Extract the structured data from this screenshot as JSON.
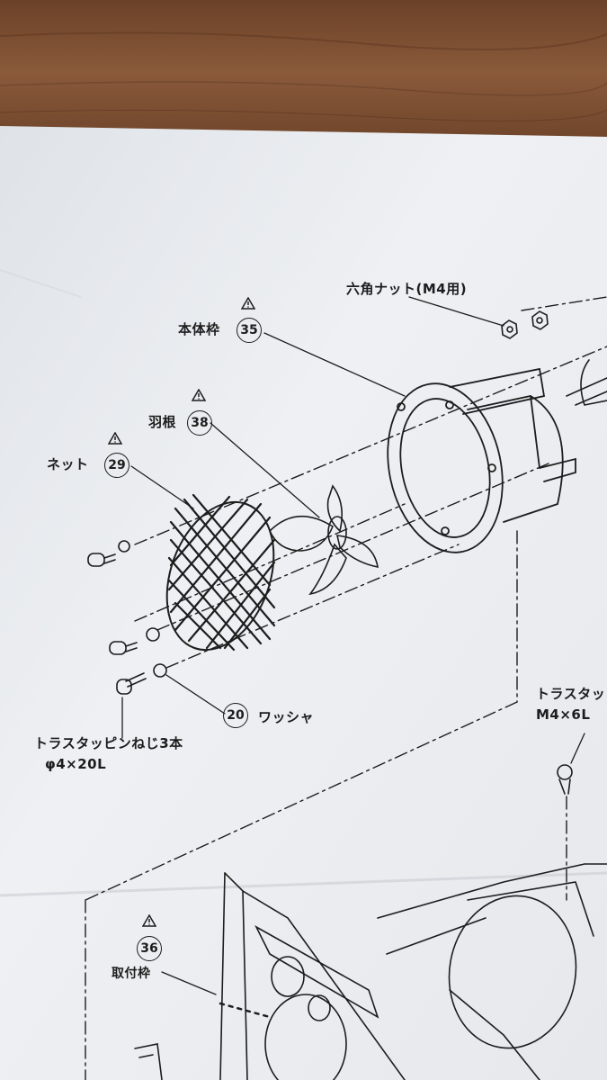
{
  "labels": {
    "hex_nut": "六角ナット(M4用)",
    "body_frame": "本体枠",
    "blade": "羽根",
    "net": "ネット",
    "washer": "ワッシャ",
    "truss_screw_3": "トラスタッピンねじ3本",
    "truss_screw_3_size": "φ4×20L",
    "truss_screw_right": "トラスタッ",
    "truss_screw_right_size": "M4×6L",
    "mount_frame": "取付枠"
  },
  "part_numbers": {
    "body_frame": "35",
    "blade": "38",
    "net": "29",
    "washer": "20",
    "mount_frame": "36"
  },
  "icons": [
    "warning-triangle-icon"
  ],
  "colors": {
    "paper": "#eef0f3",
    "ink": "#1d1d1d",
    "wood": "#7a4e30"
  }
}
